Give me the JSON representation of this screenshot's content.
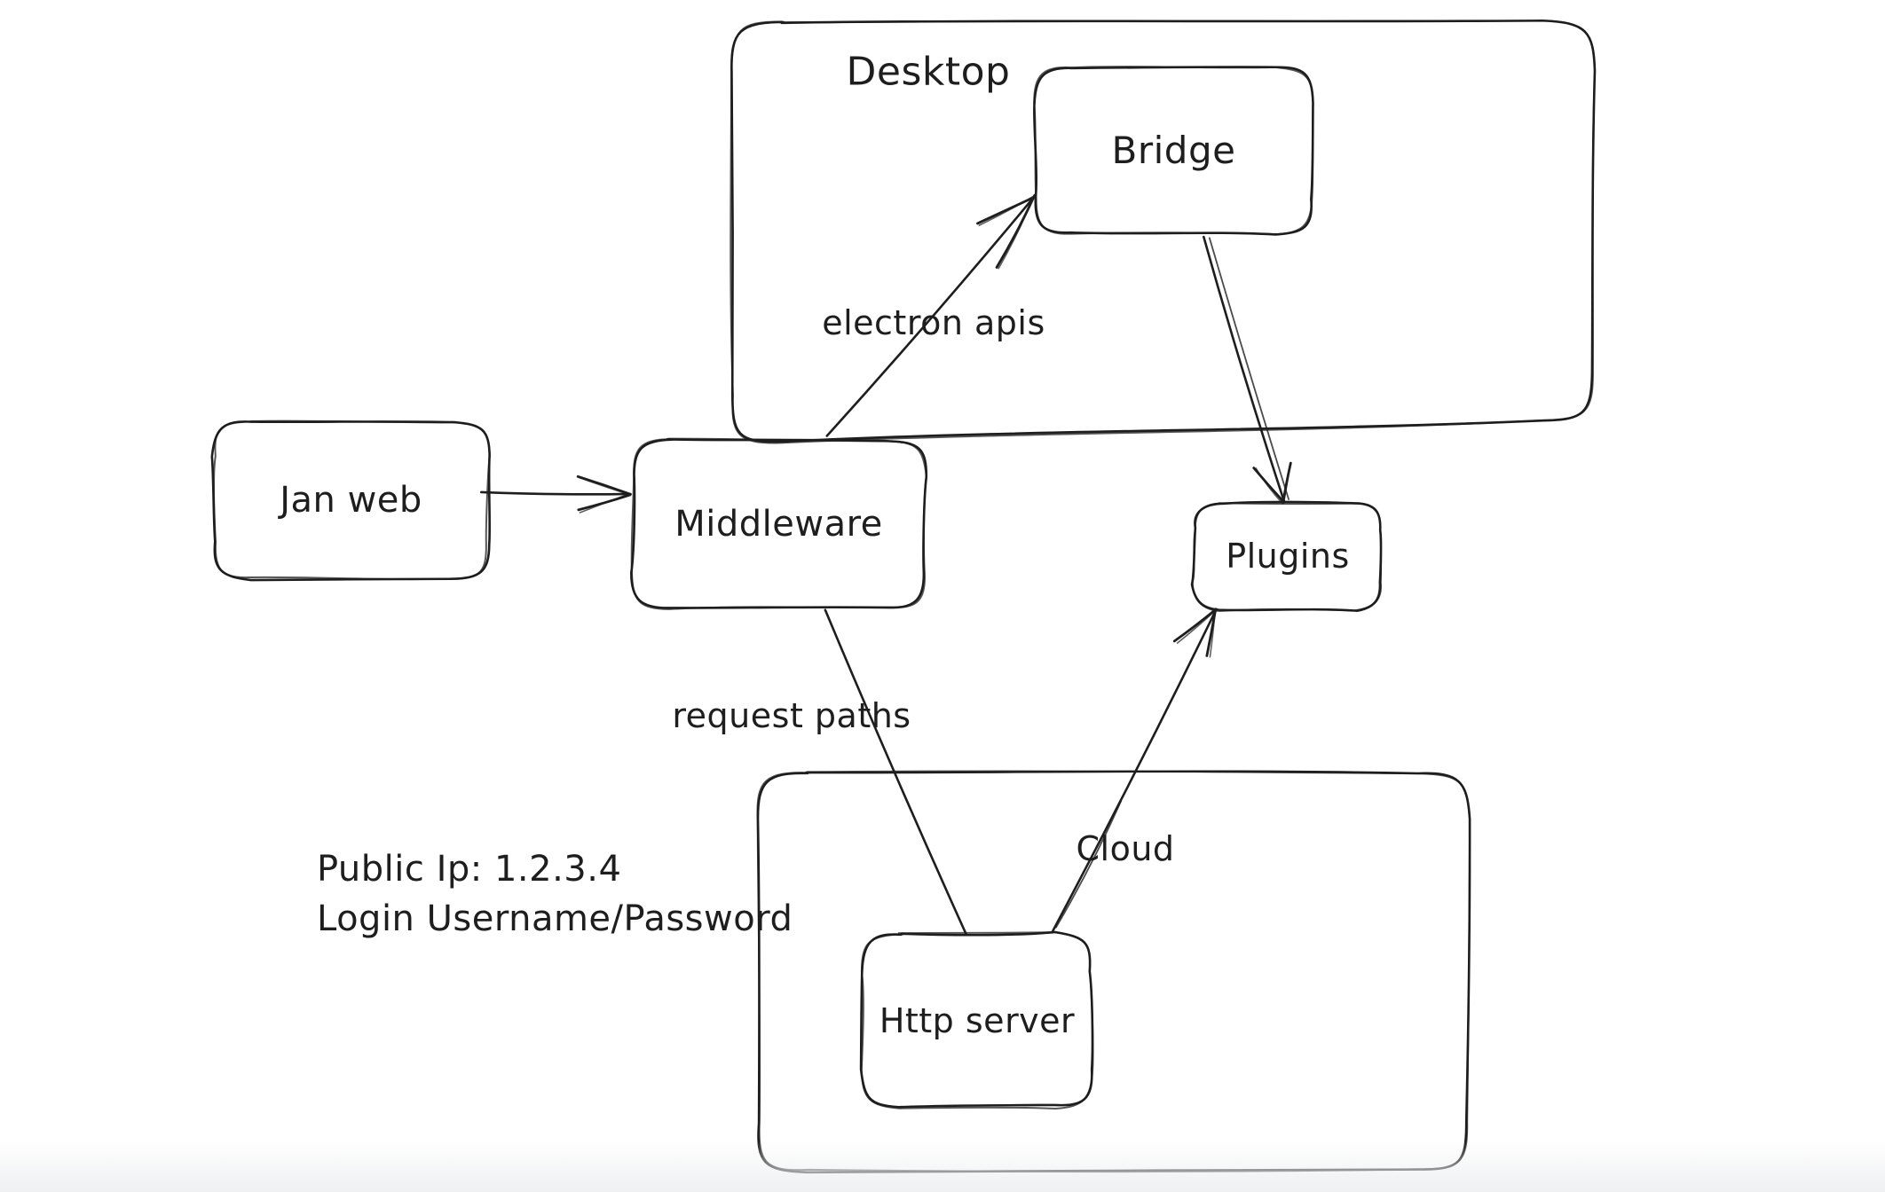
{
  "canvas": {
    "background": "#ffffff",
    "stroke_color": "#1e1e1e",
    "text_color": "#1e1e1e"
  },
  "containers": {
    "desktop": {
      "label": "Desktop"
    },
    "cloud": {
      "label": "Cloud"
    }
  },
  "nodes": {
    "jan_web": {
      "label": "Jan web"
    },
    "middleware": {
      "label": "Middleware"
    },
    "bridge": {
      "label": "Bridge"
    },
    "plugins": {
      "label": "Plugins"
    },
    "http_server": {
      "label": "Http server"
    }
  },
  "edge_labels": {
    "electron_apis": {
      "label": "electron apis"
    },
    "request_paths": {
      "label": "request paths"
    }
  },
  "notes": {
    "public_ip": "Public Ip: 1.2.3.4",
    "login": "Login Username/Password"
  }
}
